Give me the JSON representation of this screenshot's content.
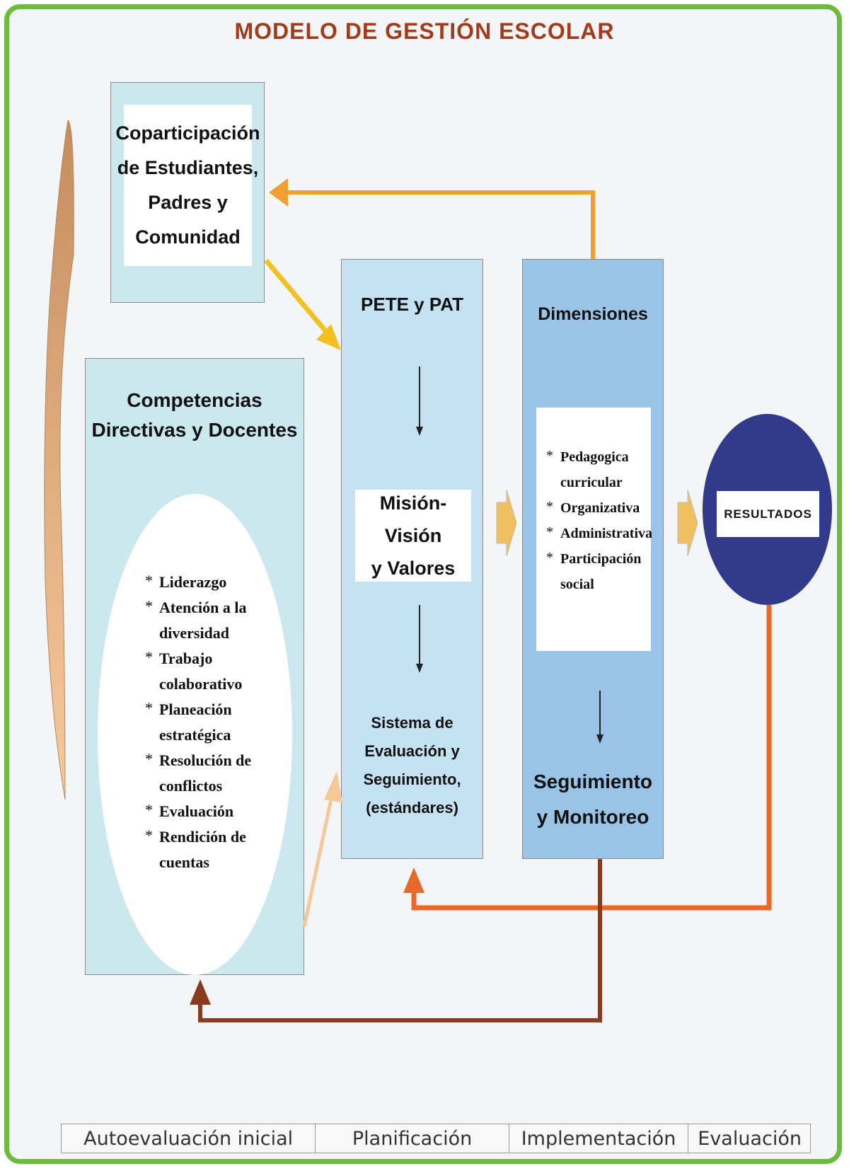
{
  "title": "MODELO DE GESTIÓN ESCOLAR",
  "coparticipacion": "Coparticipación\nde Estudiantes,\nPadres y\nComunidad",
  "competencias": {
    "title": "Competencias\nDirectivas y Docentes",
    "items": [
      "Liderazgo",
      "Atención a la diversidad",
      "Trabajo colaborativo",
      "Planeación estratégica",
      "Resolución de conflictos",
      "Evaluación",
      "Rendición de cuentas"
    ]
  },
  "pete": {
    "title": "PETE y PAT",
    "mision": "Misión- Visión\ny Valores",
    "sistema": "Sistema de\nEvaluación y\nSeguimiento,\n(estándares)"
  },
  "dimensiones": {
    "title": "Dimensiones",
    "items": [
      "Pedagogica curricular",
      "Organizativa",
      "Administrativa",
      "Participación social"
    ],
    "seguimiento": "Seguimiento\ny Monitoreo"
  },
  "resultados": "RESULTADOS",
  "phases": [
    "Autoevaluación inicial",
    "Planificación",
    "Implementación",
    "Evaluación"
  ],
  "colors": {
    "frame": "#6cbb3c",
    "title": "#a23b1c",
    "light_blue_box": "#cbe8ee",
    "mid_blue_box": "#9ac3e8",
    "circle": "#323a8c",
    "orange_arrow": "#f0a030",
    "yellow_arrow": "#f2c020",
    "peach_arrow": "#f5c89a",
    "red_orange_arrow": "#e8682a",
    "brown_arrow": "#8b3a1e"
  }
}
